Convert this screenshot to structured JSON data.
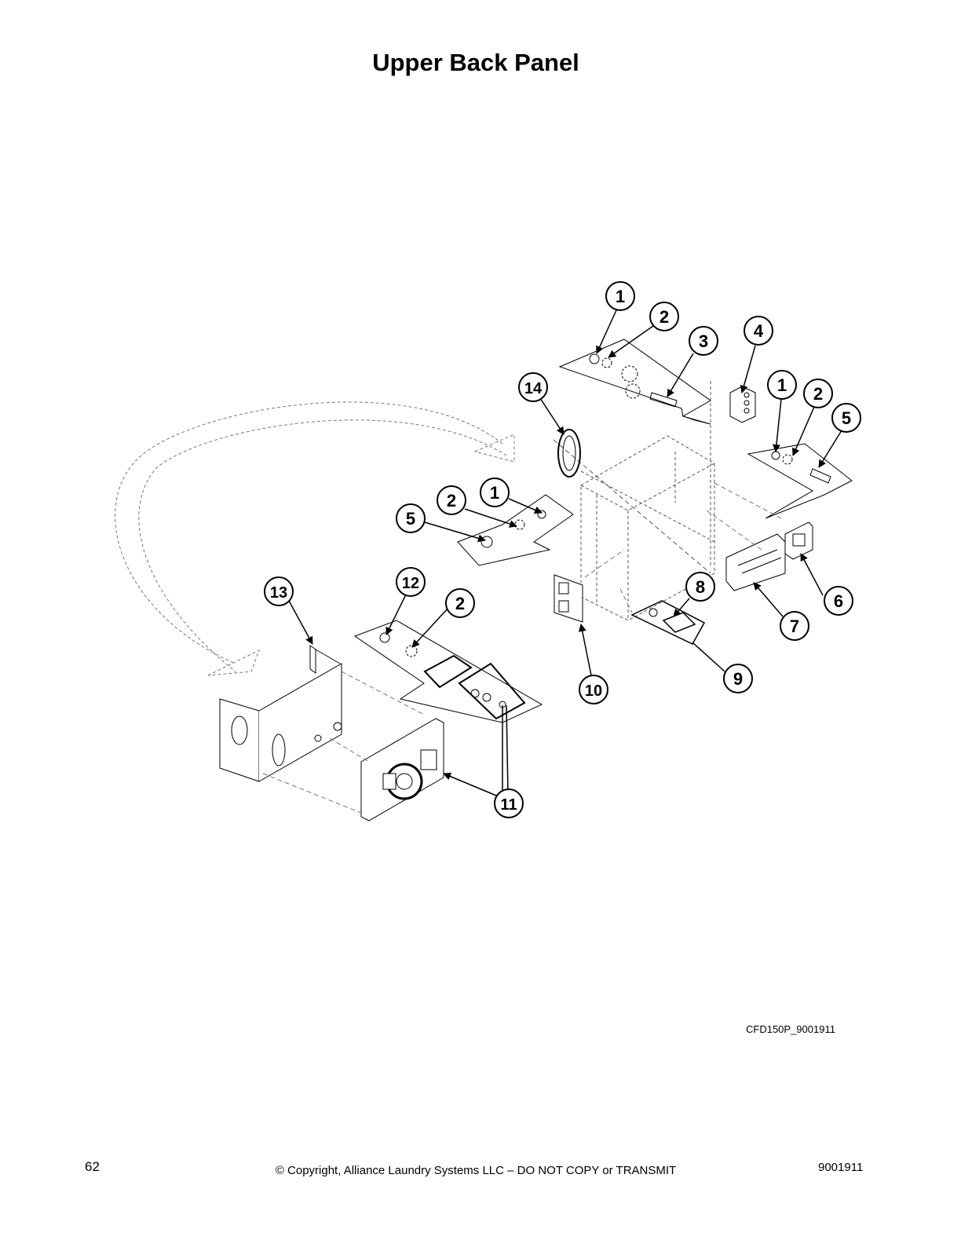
{
  "title": "Upper Back Panel",
  "drawing_code": "CFD150P_9001911",
  "footer": {
    "page_number": "62",
    "copyright": "© Copyright, Alliance Laundry Systems LLC – DO NOT COPY or TRANSMIT",
    "doc_number": "9001911"
  },
  "callouts": [
    "1",
    "2",
    "3",
    "4",
    "1",
    "2",
    "5",
    "14",
    "1",
    "2",
    "5",
    "8",
    "6",
    "7",
    "9",
    "10",
    "13",
    "12",
    "2",
    "11"
  ]
}
